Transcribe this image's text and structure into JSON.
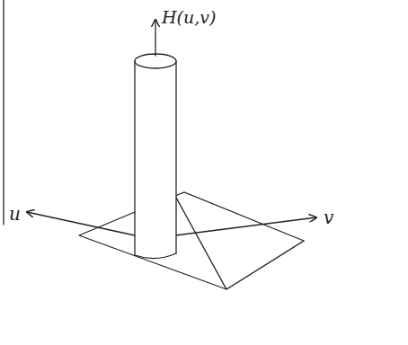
{
  "diagram": {
    "labels": [
      "H(u,v)",
      "u",
      "v"
    ]
  }
}
